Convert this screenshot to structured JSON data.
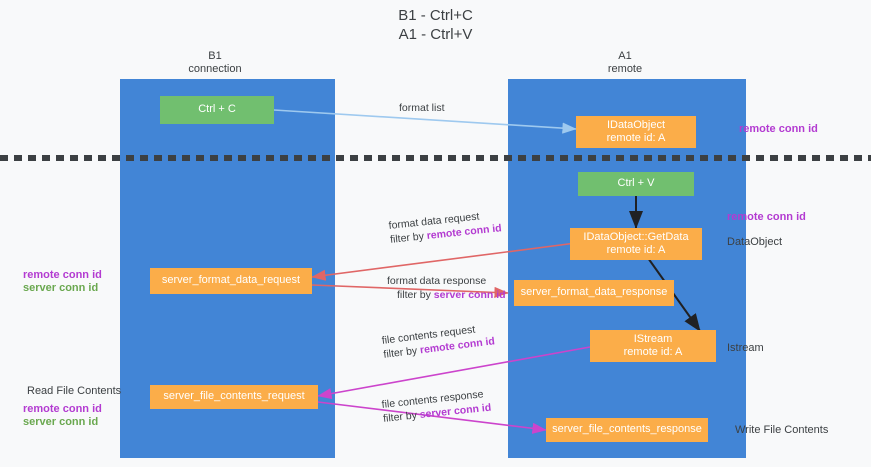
{
  "title": "B1 - Ctrl+C\nA1 - Ctrl+V",
  "columns": [
    {
      "name": "b1",
      "label": "B1\nconnection"
    },
    {
      "name": "a1",
      "label": "A1\nremote"
    }
  ],
  "nodes": [
    {
      "name": "ctrl-c",
      "label": "Ctrl + C",
      "color": "green"
    },
    {
      "name": "idataobject",
      "label": "IDataObject\nremote id: A",
      "color": "orange"
    },
    {
      "name": "ctrl-v",
      "label": "Ctrl + V",
      "color": "green"
    },
    {
      "name": "idataobject-getdata",
      "label": "IDataObject::GetData\nremote id: A",
      "color": "orange"
    },
    {
      "name": "server-format-data-request",
      "label": "server_format_data_request",
      "color": "orange"
    },
    {
      "name": "server-format-data-response",
      "label": "server_format_data_response",
      "color": "orange"
    },
    {
      "name": "istream",
      "label": "IStream\nremote id: A",
      "color": "orange"
    },
    {
      "name": "server-file-contents-request",
      "label": "server_file_contents_request",
      "color": "orange"
    },
    {
      "name": "server-file-contents-response",
      "label": "server_file_contents_response",
      "color": "orange"
    }
  ],
  "edge_labels": {
    "format_list": "format list",
    "format_data_request": "format data request",
    "format_data_request_filter_prefix": "filter by ",
    "format_data_request_filter_token": "remote conn id",
    "format_data_response": "format data response",
    "format_data_response_filter_prefix": "filter by ",
    "format_data_response_filter_token": "server conn id",
    "file_contents_request": "file contents request",
    "file_contents_request_filter_prefix": "filter by ",
    "file_contents_request_filter_token": "remote conn id",
    "file_contents_response": "file contents response",
    "file_contents_response_filter_prefix": "filter by ",
    "file_contents_response_filter_token": "server conn id"
  },
  "annotations": {
    "right_remote_conn_id_top": "remote conn id",
    "right_remote_conn_id_mid": "remote conn id",
    "right_dataobject": "DataObject",
    "right_istream": "Istream",
    "right_write_file_contents": "Write File Contents",
    "left_remote_conn_id": "remote conn id",
    "left_server_conn_id": "server conn id",
    "left_read_file_contents": "Read File Contents",
    "left_remote_conn_id_2": "remote conn id",
    "left_server_conn_id_2": "server conn id"
  },
  "colors": {
    "lane": "#4285d6",
    "green_node": "#71bf6f",
    "orange_node": "#fbad49",
    "purple_text": "#b33bd1",
    "green_text": "#6aa84f",
    "arrow_blue": "#9ec9ef",
    "arrow_red": "#e06666",
    "arrow_magenta": "#cc44cc",
    "arrow_black": "#202124",
    "background": "#f8f9fa"
  }
}
